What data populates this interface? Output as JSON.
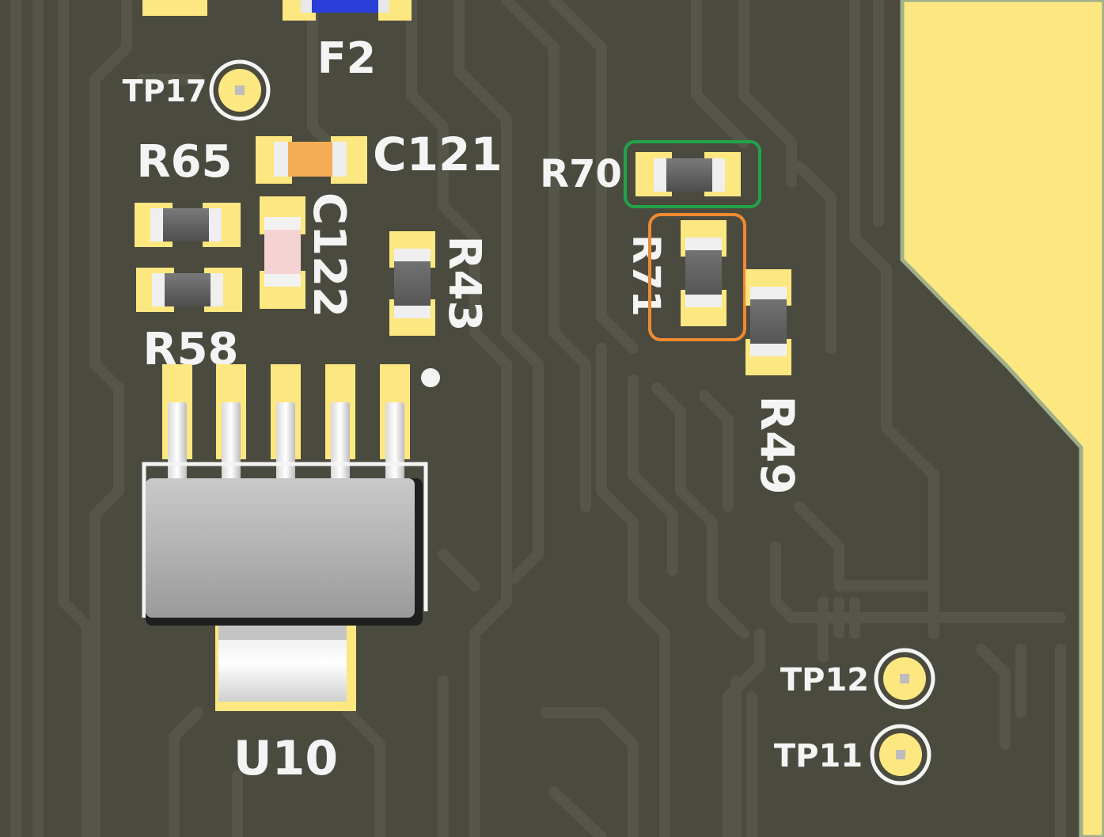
{
  "view": {
    "title": "PCB 3D view"
  },
  "colors": {
    "board": "#4b4a3f",
    "trace": "#56554a",
    "pad": "#fde780",
    "silkscreen": "#f4f4f4",
    "copper_pour": "#fde780",
    "pour_edge": "#9fb08a",
    "r70_highlight": "#22a34a",
    "r71_highlight": "#f08a30"
  },
  "components": {
    "f2": {
      "ref": "F2"
    },
    "tp17": {
      "ref": "TP17"
    },
    "r65": {
      "ref": "R65"
    },
    "c121": {
      "ref": "C121"
    },
    "c122": {
      "ref": "C122"
    },
    "r58": {
      "ref": "R58"
    },
    "r43": {
      "ref": "R43"
    },
    "r70": {
      "ref": "R70"
    },
    "r71": {
      "ref": "R71"
    },
    "r49": {
      "ref": "R49"
    },
    "u10": {
      "ref": "U10"
    },
    "tp12": {
      "ref": "TP12"
    },
    "tp11": {
      "ref": "TP11"
    }
  }
}
